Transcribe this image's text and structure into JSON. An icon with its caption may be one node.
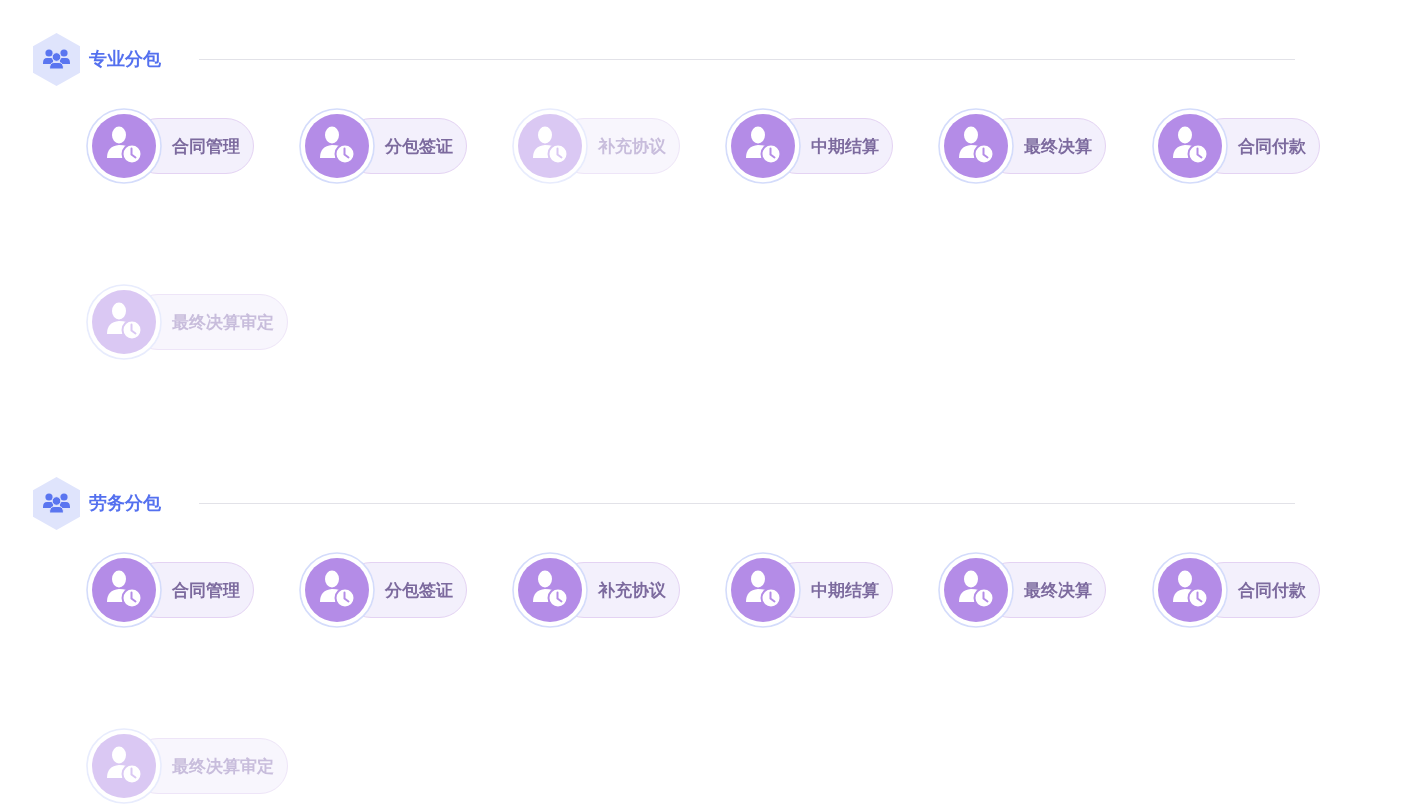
{
  "diagram": {
    "nodes": [
      {
        "text": [
          "合同管理"
        ]
      },
      {
        "text": [
          "分包签证"
        ]
      },
      {
        "text": [
          "补充协议"
        ]
      },
      {
        "text": [
          "中期结算"
        ]
      },
      {
        "text": [
          "最终决算"
        ]
      },
      {
        "text": [
          "合同付款"
        ]
      },
      {
        "text": [
          "最终决算审定"
        ]
      },
      {
        "text": [
          "合同管理"
        ]
      },
      {
        "text": [
          "分包签证"
        ]
      },
      {
        "text": [
          "补充协议"
        ]
      },
      {
        "text": [
          "中期结算"
        ]
      },
      {
        "text": [
          "最终决算"
        ]
      },
      {
        "text": [
          "合同付款"
        ]
      },
      {
        "text": [
          "最终决算审定"
        ]
      }
    ],
    "edges": [],
    "labels": [
      "专业分包",
      "劳务分包"
    ]
  }
}
